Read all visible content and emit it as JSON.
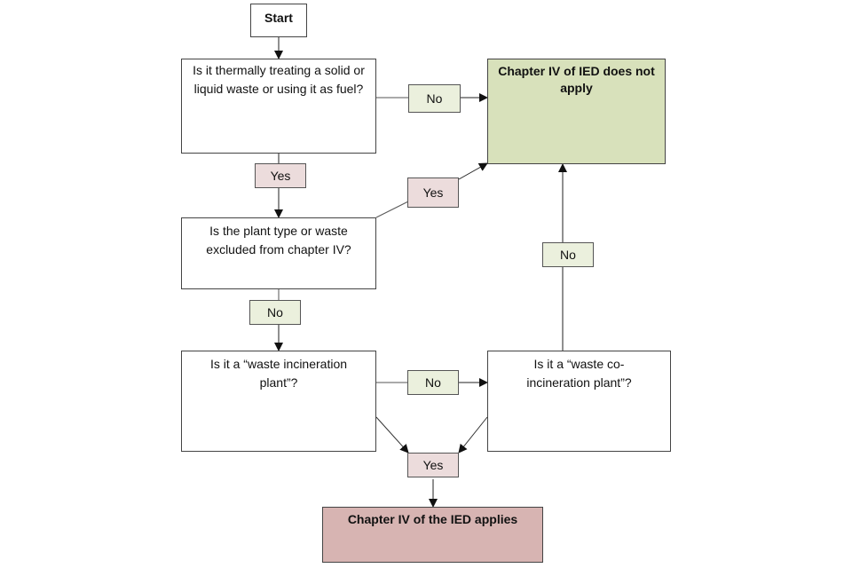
{
  "diagram": {
    "nodes": {
      "start": "Start",
      "q1": "Is it thermally treating a solid or liquid waste or using it as fuel?",
      "q2": "Is the plant type or waste excluded from chapter IV?",
      "q3": "Is it a “waste incineration plant”?",
      "q4": "Is it a “waste co-incineration plant”?",
      "not_apply": "Chapter IV of IED does not apply",
      "applies": "Chapter IV of the IED applies"
    },
    "edge_labels": {
      "q1_no": "No",
      "q1_yes": "Yes",
      "q2_yes": "Yes",
      "q2_no": "No",
      "q3_no": "No",
      "q4_no": "No",
      "q3_q4_yes": "Yes"
    },
    "colors": {
      "not_apply_fill": "#d8e1bb",
      "applies_fill": "#d7b4b2",
      "no_label_fill": "#ebf0dd",
      "yes_label_fill": "#ecdcdc"
    }
  }
}
